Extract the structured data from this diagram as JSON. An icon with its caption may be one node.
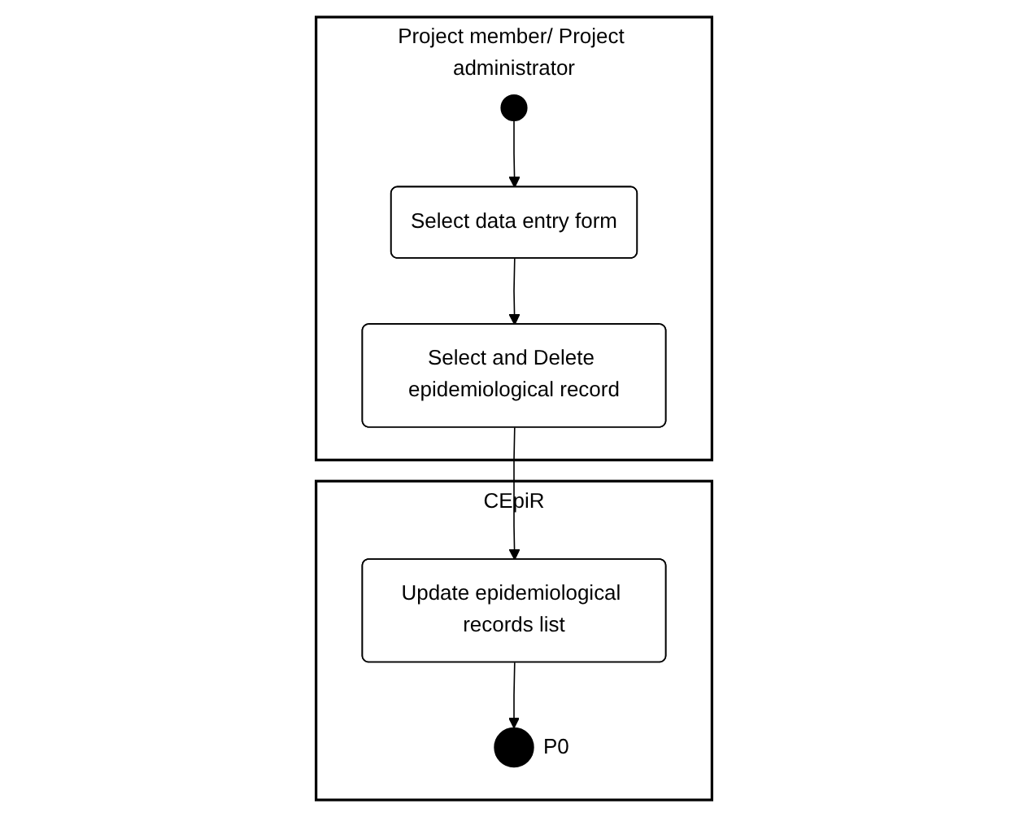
{
  "diagram": {
    "nodes": [
      {
        "text": [
          "Project member/ Project administrator"
        ]
      },
      {
        "text": [
          "CEpiR"
        ]
      },
      {
        "text": [],
        "shape": "circle",
        "in": 0
      },
      {
        "text": [
          "Select data entry form"
        ],
        "in": 0
      },
      {
        "text": [
          "Select and Delete epidemiological record"
        ],
        "in": 0
      },
      {
        "text": [
          "Update epidemiological records list"
        ],
        "in": 1
      },
      {
        "text": [],
        "shape": "circle",
        "in": 1,
        "beside": [
          "P0"
        ]
      }
    ],
    "edges": [
      {
        "from": 2,
        "to": 3,
        "arrow": "to"
      },
      {
        "from": 3,
        "to": 4,
        "arrow": "to"
      },
      {
        "from": 4,
        "to": 5,
        "arrow": "to"
      },
      {
        "from": 5,
        "to": 6,
        "arrow": "to"
      }
    ]
  }
}
